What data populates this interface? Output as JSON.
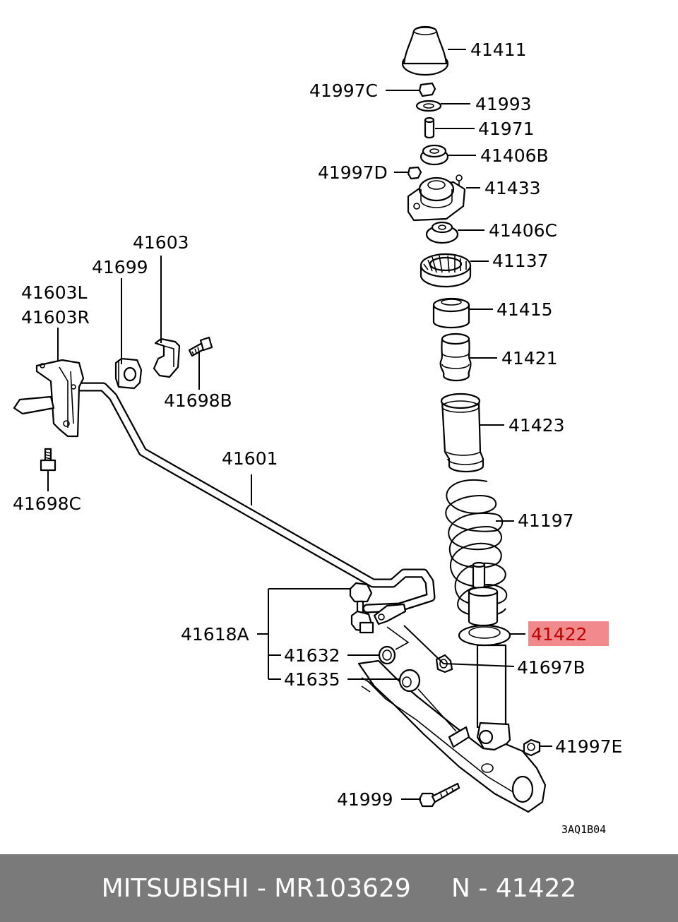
{
  "colors": {
    "highlight": "#f08a8c",
    "footer_bg": "#7a7a7a",
    "footer_text": "#ffffff"
  },
  "labels": [
    {
      "id": "41411",
      "text": "41411"
    },
    {
      "id": "41997C",
      "text": "41997C"
    },
    {
      "id": "41993",
      "text": "41993"
    },
    {
      "id": "41971",
      "text": "41971"
    },
    {
      "id": "41406B",
      "text": "41406B"
    },
    {
      "id": "41997D",
      "text": "41997D"
    },
    {
      "id": "41433",
      "text": "41433"
    },
    {
      "id": "41406C",
      "text": "41406C"
    },
    {
      "id": "41137",
      "text": "41137"
    },
    {
      "id": "41415",
      "text": "41415"
    },
    {
      "id": "41421",
      "text": "41421"
    },
    {
      "id": "41423",
      "text": "41423"
    },
    {
      "id": "41197",
      "text": "41197"
    },
    {
      "id": "41422",
      "text": "41422",
      "highlighted": true
    },
    {
      "id": "41697B",
      "text": "41697B"
    },
    {
      "id": "41997E",
      "text": "41997E"
    },
    {
      "id": "41999",
      "text": "41999"
    },
    {
      "id": "41603",
      "text": "41603"
    },
    {
      "id": "41699",
      "text": "41699"
    },
    {
      "id": "41603L",
      "text": "41603L"
    },
    {
      "id": "41603R",
      "text": "41603R"
    },
    {
      "id": "41698B",
      "text": "41698B"
    },
    {
      "id": "41601",
      "text": "41601"
    },
    {
      "id": "41698C",
      "text": "41698C"
    },
    {
      "id": "41618A",
      "text": "41618A"
    },
    {
      "id": "41632",
      "text": "41632"
    },
    {
      "id": "41635",
      "text": "41635"
    }
  ],
  "diagram_code": "3AQ1B04",
  "footer": {
    "brand": "MITSUBISHI",
    "separator1": " - ",
    "part_number": "MR103629",
    "gap": "     ",
    "ref_prefix": "N",
    "separator2": " - ",
    "ref_number": "41422"
  }
}
